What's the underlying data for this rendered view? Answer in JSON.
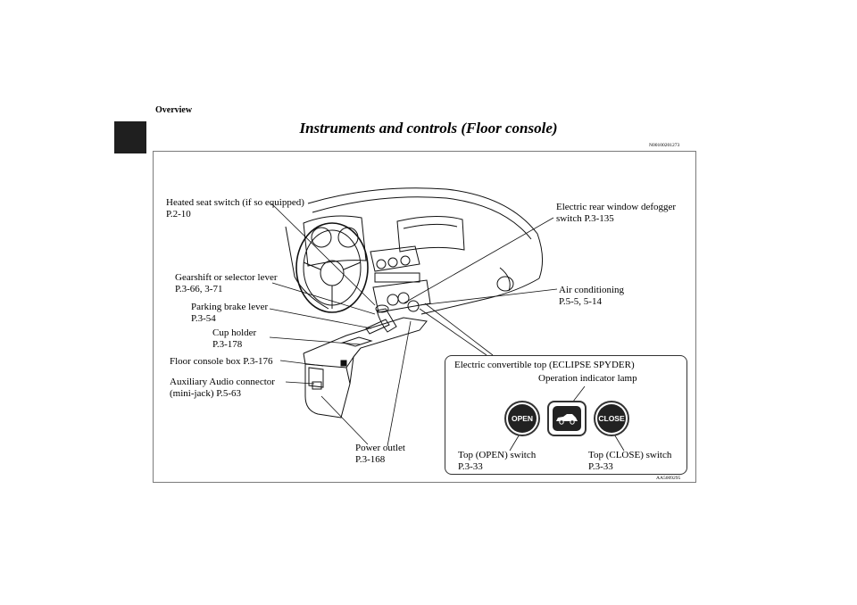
{
  "header": {
    "section": "Overview",
    "title": "Instruments and controls (Floor console)",
    "doc_code": "N00100201273"
  },
  "callouts": {
    "heated_seat": {
      "name": "Heated seat switch (if so equipped)",
      "page": "P.2-10"
    },
    "gearshift": {
      "name": "Gearshift or selector lever",
      "page": "P.3-66, 3-71"
    },
    "parking_brake": {
      "name": "Parking brake lever",
      "page": "P.3-54"
    },
    "cup_holder": {
      "name": "Cup holder",
      "page": "P.3-178"
    },
    "console_box": {
      "name": "Floor console box P.3-176"
    },
    "aux_audio": {
      "name": "Auxiliary Audio connector",
      "page": "(mini-jack) P.5-63"
    },
    "power_outlet": {
      "name": "Power outlet",
      "page": "P.3-168"
    },
    "rear_defogger": {
      "name": "Electric rear window defogger",
      "page": "switch P.3-135"
    },
    "air_conditioning": {
      "name": "Air conditioning",
      "page": "P.5-5, 5-14"
    }
  },
  "inset": {
    "title": "Electric convertible top (ECLIPSE SPYDER)",
    "indicator_label": "Operation indicator lamp",
    "open_button": "OPEN",
    "close_button": "CLOSE",
    "open_switch": {
      "name": "Top (OPEN) switch",
      "page": "P.3-33"
    },
    "close_switch": {
      "name": "Top (CLOSE) switch",
      "page": "P.3-33"
    },
    "icons": {
      "indicator": "convertible-car-icon"
    }
  },
  "figure_code": "AA5009295"
}
